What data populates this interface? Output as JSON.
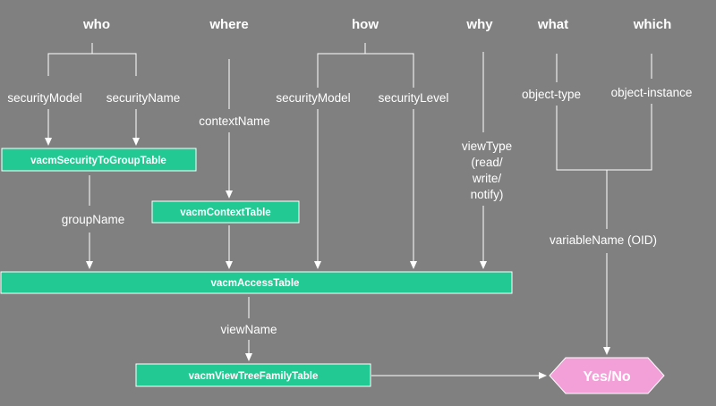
{
  "headers": {
    "who": "who",
    "where": "where",
    "how": "how",
    "why": "why",
    "what": "what",
    "which": "which"
  },
  "labels": {
    "securityModel_who": "securityModel",
    "securityName": "securityName",
    "contextName": "contextName",
    "securityModel_how": "securityModel",
    "securityLevel": "securityLevel",
    "viewType_1": "viewType",
    "viewType_2": "(read/",
    "viewType_3": "write/",
    "viewType_4": "notify)",
    "objectType": "object-type",
    "objectInstance": "object-instance",
    "groupName": "groupName",
    "variableName": "variableName (OID)",
    "viewName": "viewName"
  },
  "tables": {
    "securityToGroup": "vacmSecurityToGroupTable",
    "context": "vacmContextTable",
    "access": "vacmAccessTable",
    "viewTreeFamily": "vacmViewTreeFamilyTable"
  },
  "result": "Yes/No",
  "colors": {
    "background": "#808080",
    "table": "#22c993",
    "result": "#f4a0d8",
    "text": "#ffffff"
  }
}
